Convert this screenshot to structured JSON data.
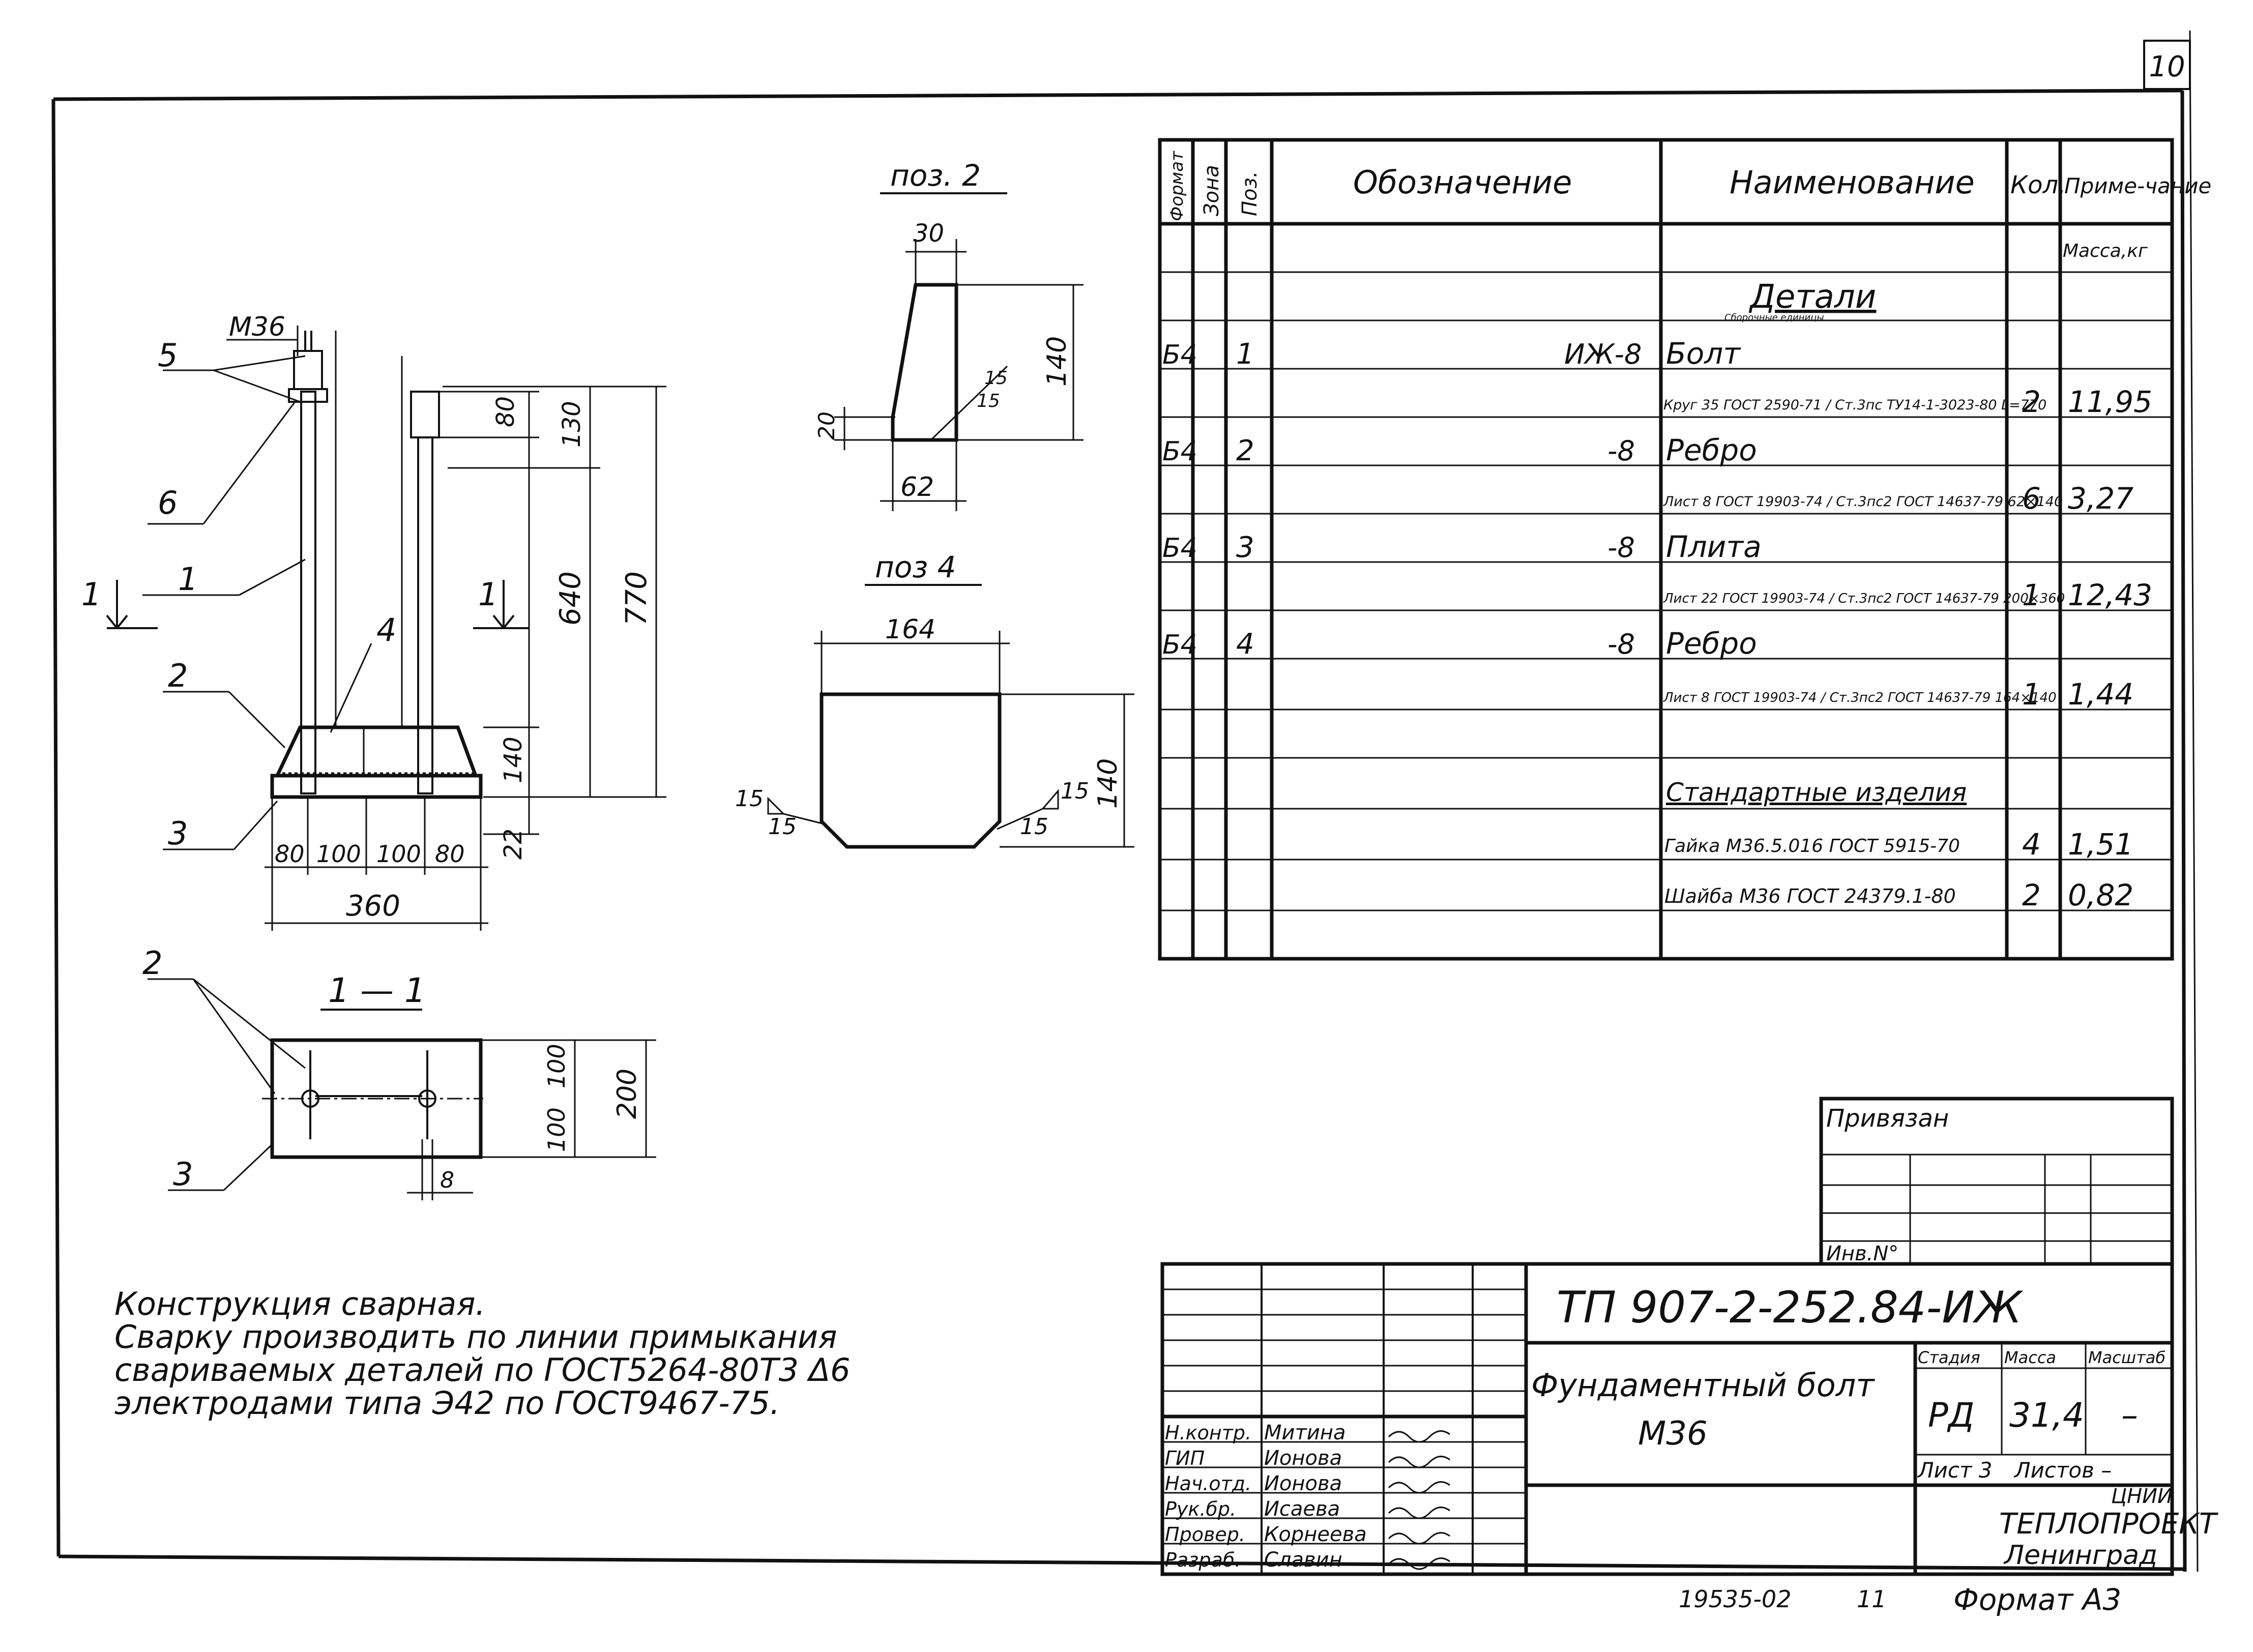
{
  "sheet_number": "10",
  "drawing": {
    "bolt": {
      "thread": "M36",
      "positions": [
        "5",
        "6",
        "1",
        "4",
        "2",
        "3"
      ],
      "section_mark": "1",
      "dims_vertical": [
        "80",
        "130",
        "640",
        "770",
        "140",
        "22"
      ],
      "dims_base": [
        "80",
        "100",
        "100",
        "80"
      ],
      "dim_total": "360"
    },
    "section": {
      "title": "1 — 1",
      "positions": [
        "2",
        "3"
      ],
      "dims": [
        "100",
        "100",
        "200",
        "8"
      ]
    },
    "pos2": {
      "title": "поз. 2",
      "dims": [
        "30",
        "140",
        "20",
        "15",
        "15",
        "62"
      ]
    },
    "pos4": {
      "title": "поз 4",
      "dims": [
        "164",
        "140",
        "15",
        "15",
        "15",
        "15"
      ]
    }
  },
  "spec": {
    "headers": [
      "Формат",
      "Зона",
      "Поз.",
      "Обозначение",
      "Наименование",
      "Кол.",
      "Приме-чание"
    ],
    "note_header": "Масса,кг",
    "section_details": "Детали",
    "section_details_sub": "Сборочные единицы",
    "section_standard": "Стандартные изделия",
    "rows": [
      {
        "fmt": "Б4",
        "pos": "1",
        "code": "ИЖ-8",
        "name": "Болт",
        "qty": "",
        "note": ""
      },
      {
        "fmt": "",
        "pos": "",
        "code": "",
        "name": "Круг 35 ГОСТ 2590-71 / Ст.3пс ТУ14-1-3023-80 L=770",
        "qty": "2",
        "note": "11,95"
      },
      {
        "fmt": "Б4",
        "pos": "2",
        "code": "-8",
        "name": "Ребро",
        "qty": "",
        "note": ""
      },
      {
        "fmt": "",
        "pos": "",
        "code": "",
        "name": "Лист 8 ГОСТ 19903-74 / Ст.3пс2 ГОСТ 14637-79 62×140",
        "qty": "6",
        "note": "3,27"
      },
      {
        "fmt": "Б4",
        "pos": "3",
        "code": "-8",
        "name": "Плита",
        "qty": "",
        "note": ""
      },
      {
        "fmt": "",
        "pos": "",
        "code": "",
        "name": "Лист 22 ГОСТ 19903-74 / Ст.3пс2 ГОСТ 14637-79 200×360",
        "qty": "1",
        "note": "12,43"
      },
      {
        "fmt": "Б4",
        "pos": "4",
        "code": "-8",
        "name": "Ребро",
        "qty": "",
        "note": ""
      },
      {
        "fmt": "",
        "pos": "",
        "code": "",
        "name": "Лист 8 ГОСТ 19903-74 / Ст.3пс2 ГОСТ 14637-79 164×140",
        "qty": "1",
        "note": "1,44"
      },
      {
        "fmt": "",
        "pos": "",
        "code": "",
        "name": "Гайка М36.5.016 ГОСТ 5915-70",
        "qty": "4",
        "note": "1,51"
      },
      {
        "fmt": "",
        "pos": "",
        "code": "",
        "name": "Шайба М36 ГОСТ 24379.1-80",
        "qty": "2",
        "note": "0,82"
      }
    ]
  },
  "notes": [
    "Конструкция сварная.",
    "Сварку производить по линии примыкания",
    "свариваемых деталей по ГОСТ5264-80Т3 Δ6",
    "электродами типа Э42 по ГОСТ9467-75."
  ],
  "binding": {
    "title": "Привязан",
    "inv": "Инв.N°"
  },
  "title_block": {
    "doc_code": "ТП 907-2-252.84-ИЖ",
    "name_line1": "Фундаментный болт",
    "name_line2": "М36",
    "stage_header": "Стадия",
    "mass_header": "Масса",
    "scale_header": "Масштаб",
    "stage": "РД",
    "mass": "31,4",
    "scale": "–",
    "sheet_label": "Лист 3",
    "sheets_label": "Листов –",
    "org1": "ЦНИИ",
    "org2": "ТЕПЛОПРОЕКТ",
    "org3": "Ленинград",
    "staff": [
      {
        "role": "Н.контр.",
        "name": "Митина"
      },
      {
        "role": "ГИП",
        "name": "Ионова"
      },
      {
        "role": "Нач.отд.",
        "name": "Ионова"
      },
      {
        "role": "Рук.бр.",
        "name": "Исаева"
      },
      {
        "role": "Провер.",
        "name": "Корнеева"
      },
      {
        "role": "Разраб.",
        "name": "Славин"
      }
    ]
  },
  "footer": {
    "number": "19535-02",
    "page": "11",
    "format": "Формат А3"
  }
}
